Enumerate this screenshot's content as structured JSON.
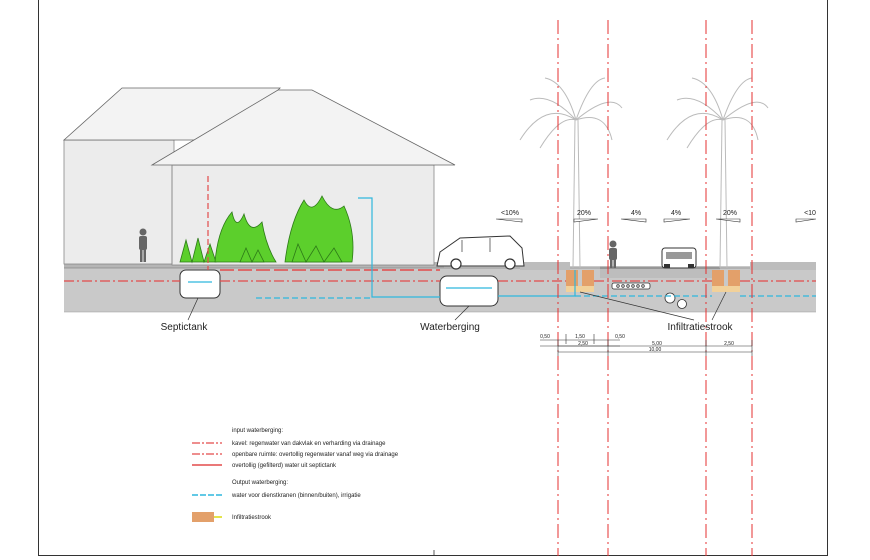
{
  "labels": {
    "septic": "Septictank",
    "storage": "Waterberging",
    "infiltration": "Infiltratiestrook"
  },
  "slopes": [
    "<10%",
    "20%",
    "4%",
    "4%",
    "20%",
    "<10"
  ],
  "dimensions": {
    "row1": [
      "0,50",
      "1,50",
      "0,50"
    ],
    "row2": [
      "2,50",
      "5,00",
      "2,50"
    ],
    "row3": "10,00"
  },
  "legend": {
    "input_title": "input waterberging:",
    "input_items": [
      "kavel: regenwater van dakvlak en verharding via drainage",
      "openbare ruimte: overtollig regenwater vanaf weg via drainage",
      "overtollig (gefilterd) water uit septictank"
    ],
    "output_title": "Output waterberging:",
    "output_items": [
      "water voor dienstkranen (binnen/buiten), irrigatie"
    ],
    "strip_item": "Infiltratiestrook"
  },
  "colors": {
    "input_line": "#e34b4b",
    "output_line": "#2fb7dd",
    "ground": "#c8c8c8",
    "plant": "#5ccf2c",
    "strip": "#e3a06a",
    "axis": "#e53030"
  }
}
